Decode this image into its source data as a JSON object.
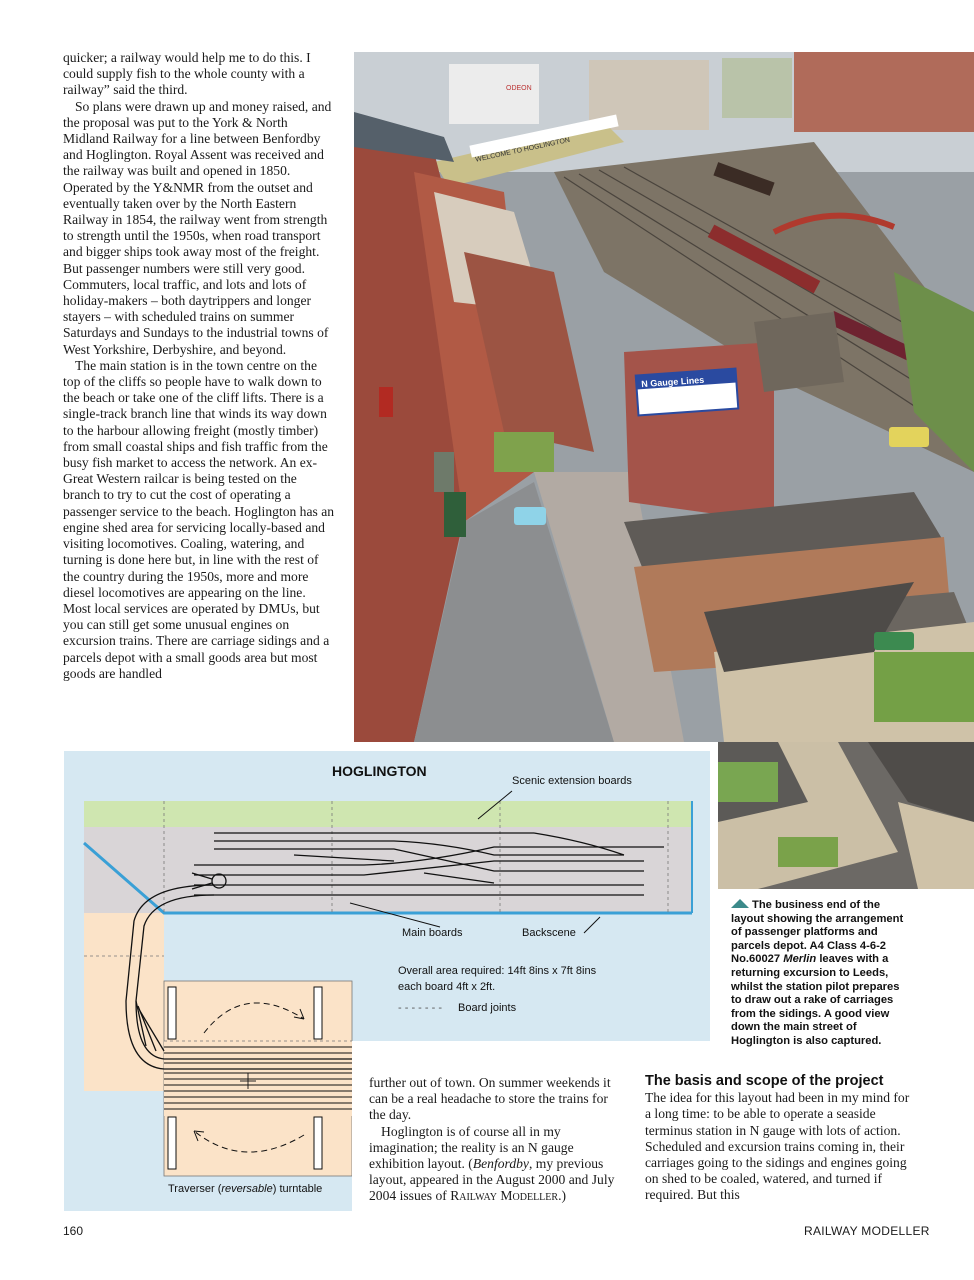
{
  "column_left": {
    "paragraphs": [
      "quicker; a railway would help me to do this. I could supply fish to the whole county with a railway” said the third.",
      "So plans were drawn up and money raised, and the proposal was put to the York & North Midland Railway for a line between Benfordby and Hoglington. Royal Assent was received and the railway was built and opened in 1850. Operated by the Y&NMR from the outset and eventually taken over by the North Eastern Railway in 1854, the railway went from strength to strength until the 1950s, when road transport and bigger ships took away most of the freight. But passenger numbers were still very good. Commuters, local traffic, and lots and lots of holiday-makers – both daytrippers and longer stayers – with scheduled trains on summer Saturdays and Sundays to the industrial towns of West Yorkshire, Derbyshire, and beyond.",
      "The main station is in the town centre on the top of the cliffs so people have to walk down to the beach or take one of the cliff lifts. There is a single-track branch line that winds its way down to the harbour allowing freight (mostly timber) from small coastal ships and fish traffic from the busy fish market to access the network. An ex-Great Western railcar is being tested on the branch to try to cut the cost of operating a passenger service to the beach. Hoglington has an engine shed area for servicing locally-based and visiting locomotives. Coaling, watering, and turning is done here but, in line with the rest of the country during the 1950s, more and more diesel locomotives are appearing on the line. Most local services are operated by DMUs, but you can still get some unusual engines on excursion trains. There are carriage sidings and a parcels depot with a small goods area but most goods are handled"
    ]
  },
  "photo": {
    "signs": {
      "welcome": "WELCOME TO HOGLINGTON",
      "cinema": "ODEON",
      "billboard": "N Gauge Lines"
    }
  },
  "plan": {
    "title": "HOGLINGTON",
    "label_scenic": "Scenic extension boards",
    "label_main": "Main boards",
    "label_backscene": "Backscene",
    "area_line1": "Overall area required: 14ft 8ins x 7ft 8ins",
    "area_line2": "each board 4ft x 2ft.",
    "joints_dashes": "- - - - - - -",
    "joints_label": "Board joints",
    "traverser_pre": "Traverser (",
    "traverser_em": "reversable",
    "traverser_post": ") turntable",
    "colors": {
      "board": "#d9d5d7",
      "scenic": "#cfe6b0",
      "fiddle": "#fbe3c8",
      "backscene": "#3aa0d6",
      "sheet": "#d6e8f2"
    }
  },
  "caption": {
    "pre": "The business end of the layout showing the arrangement of passenger platforms and parcels depot. A4 Class 4-6-2 No.60027",
    "em": "Merlin",
    "post": "leaves with a returning excursion to Leeds, whilst the station pilot prepares to draw out a rake of carriages from the sidings. A good view down the main street of Hoglington is also captured."
  },
  "column_mid": {
    "p1": "further out of town. On summer weekends it can be a real headache to store the trains for the day.",
    "p2_a": "Hoglington is of course all in my imagination; the reality is an N gauge exhibition layout. (",
    "p2_em": "Benfordby",
    "p2_b": ", my previous layout, appeared in the August 2000 and July 2004 issues of ",
    "p2_sc": "Railway Modeller",
    "p2_c": ".)"
  },
  "column_right": {
    "heading": "The basis and scope of the project",
    "body": "The idea for this layout had been in my mind for a long time: to be able to operate a seaside terminus station in N gauge with lots of action. Scheduled and excursion trains coming in, their carriages going to the sidings and engines going on shed to be coaled, watered, and turned if required. But this"
  },
  "footer": {
    "page_number": "160",
    "magazine": "RAILWAY MODELLER"
  }
}
